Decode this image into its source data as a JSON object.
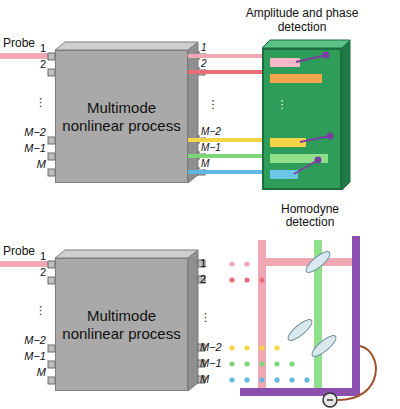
{
  "diagram": {
    "nodes": [
      {
        "text": [
          "Multimode nonlinear process"
        ]
      },
      {
        "text": [
          "Amplitude and phase detection"
        ]
      },
      {
        "text": [
          "Multimode nonlinear process"
        ]
      }
    ],
    "edges": [
      {
        "from": 0,
        "to": 1,
        "arrow": "none",
        "label": "1"
      },
      {
        "from": 0,
        "to": 1,
        "arrow": "none",
        "label": "2"
      },
      {
        "from": 0,
        "to": 1,
        "arrow": "none",
        "label": "M−2"
      },
      {
        "from": 0,
        "to": 1,
        "arrow": "none",
        "label": "M−1"
      },
      {
        "from": 0,
        "to": 1,
        "arrow": "none",
        "label": "M"
      }
    ],
    "labels": [
      "Probe",
      "1",
      "2",
      "⋮",
      "M−2",
      "M−1",
      "M",
      "⋮",
      "⋮",
      "Probe",
      "1",
      "2",
      "⋮",
      "M−2",
      "M−1",
      "M",
      "1",
      "2",
      "⋮",
      "M−2",
      "M−1",
      "M",
      "Homodyne detection"
    ]
  }
}
